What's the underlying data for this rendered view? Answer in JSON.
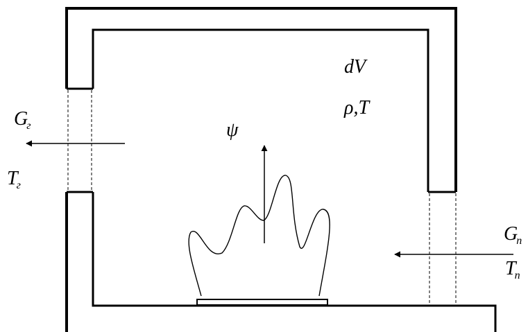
{
  "labels": {
    "volume": "dV",
    "density_temperature": "ρ,T",
    "combustion_rate": "ψ",
    "gas_flow": {
      "main": "G",
      "sub": "г"
    },
    "gas_temperature": {
      "main": "T",
      "sub": "г"
    },
    "air_flow": {
      "main": "G",
      "sub": "п"
    },
    "air_temperature": {
      "main": "T",
      "sub": "п"
    }
  },
  "colors": {
    "line": "#000000",
    "background": "#ffffff"
  }
}
